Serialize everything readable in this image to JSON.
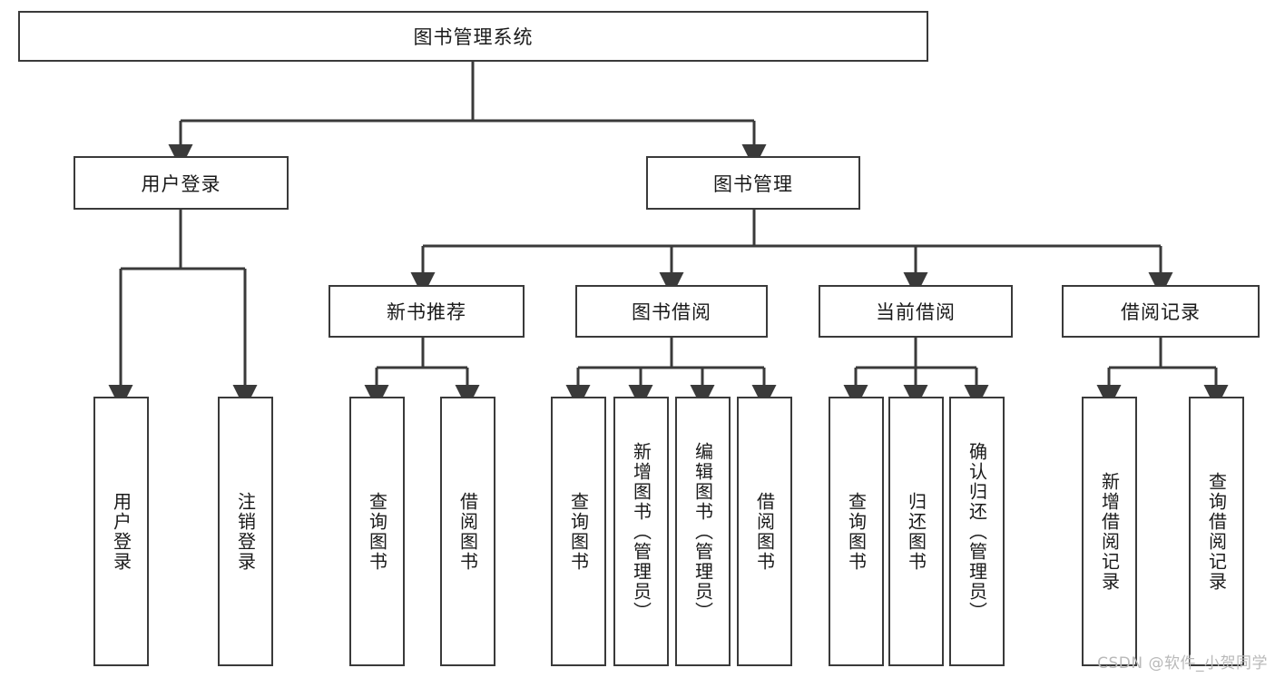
{
  "diagram": {
    "title_node": {
      "label": "图书管理系统"
    },
    "level2": [
      {
        "label": "用户登录"
      },
      {
        "label": "图书管理"
      }
    ],
    "level3": [
      {
        "label": "新书推荐"
      },
      {
        "label": "图书借阅"
      },
      {
        "label": "当前借阅"
      },
      {
        "label": "借阅记录"
      }
    ],
    "leaves": {
      "user_login": [
        {
          "label": "用户登录"
        },
        {
          "label": "注销登录"
        }
      ],
      "new_book_recommend": [
        {
          "label": "查询图书"
        },
        {
          "label": "借阅图书"
        }
      ],
      "book_borrow": [
        {
          "label": "查询图书"
        },
        {
          "label": "新增图书（管理员）"
        },
        {
          "label": "编辑图书（管理员）"
        },
        {
          "label": "借阅图书"
        }
      ],
      "current_borrow": [
        {
          "label": "查询图书"
        },
        {
          "label": "归还图书"
        },
        {
          "label": "确认归还（管理员）"
        }
      ],
      "borrow_record": [
        {
          "label": "新增借阅记录"
        },
        {
          "label": "查询借阅记录"
        }
      ]
    },
    "watermark": {
      "text": "CSDN @软件_小贺同学"
    },
    "colors": {
      "border": "#3a3a3a",
      "background": "#ffffff",
      "text": "#1a1a1a",
      "watermark": "#b9b9b9"
    }
  }
}
